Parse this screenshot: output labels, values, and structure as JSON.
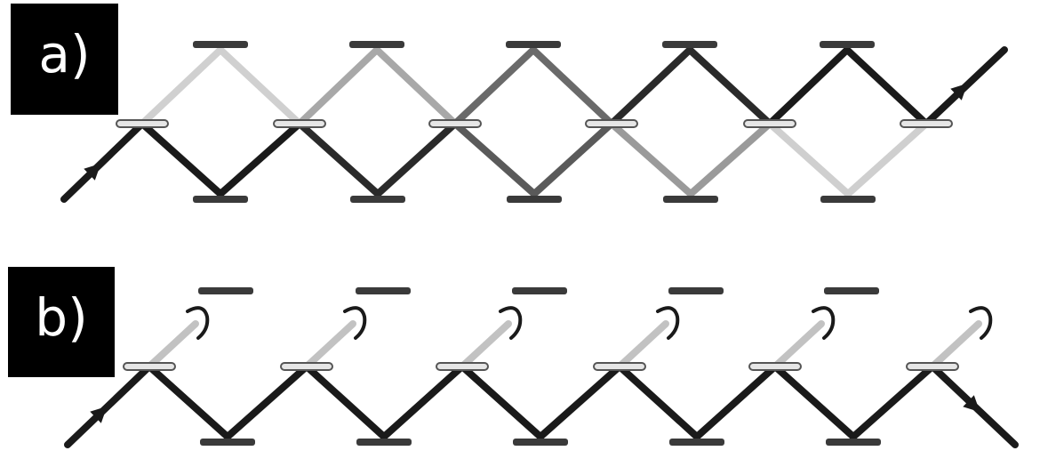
{
  "panels": [
    {
      "id": "a",
      "label": "a)"
    },
    {
      "id": "b",
      "label": "b)"
    }
  ],
  "colors": {
    "beam": "#1a1a1a",
    "beam_faint": "#bdbdbd",
    "mirror": "#3a3a3a",
    "beamsplitter_fill": "#e6e6e6",
    "label_bg": "#000000",
    "label_text": "#ffffff"
  },
  "diagram": {
    "panel_a": {
      "description_elements": [
        "input-arrow",
        "output-arrow",
        "beamsplitters",
        "top-mirrors",
        "bottom-mirrors",
        "zigzag-paths"
      ],
      "beamsplitter_count": 6,
      "top_mirror_count": 5,
      "bottom_mirror_count": 5
    },
    "panel_b": {
      "description_elements": [
        "input-arrow",
        "output-arrow",
        "beamsplitters",
        "top-mirrors",
        "bottom-mirrors",
        "loss-arcs"
      ],
      "beamsplitter_count": 6,
      "top_mirror_count": 5,
      "bottom_mirror_count": 5
    }
  }
}
